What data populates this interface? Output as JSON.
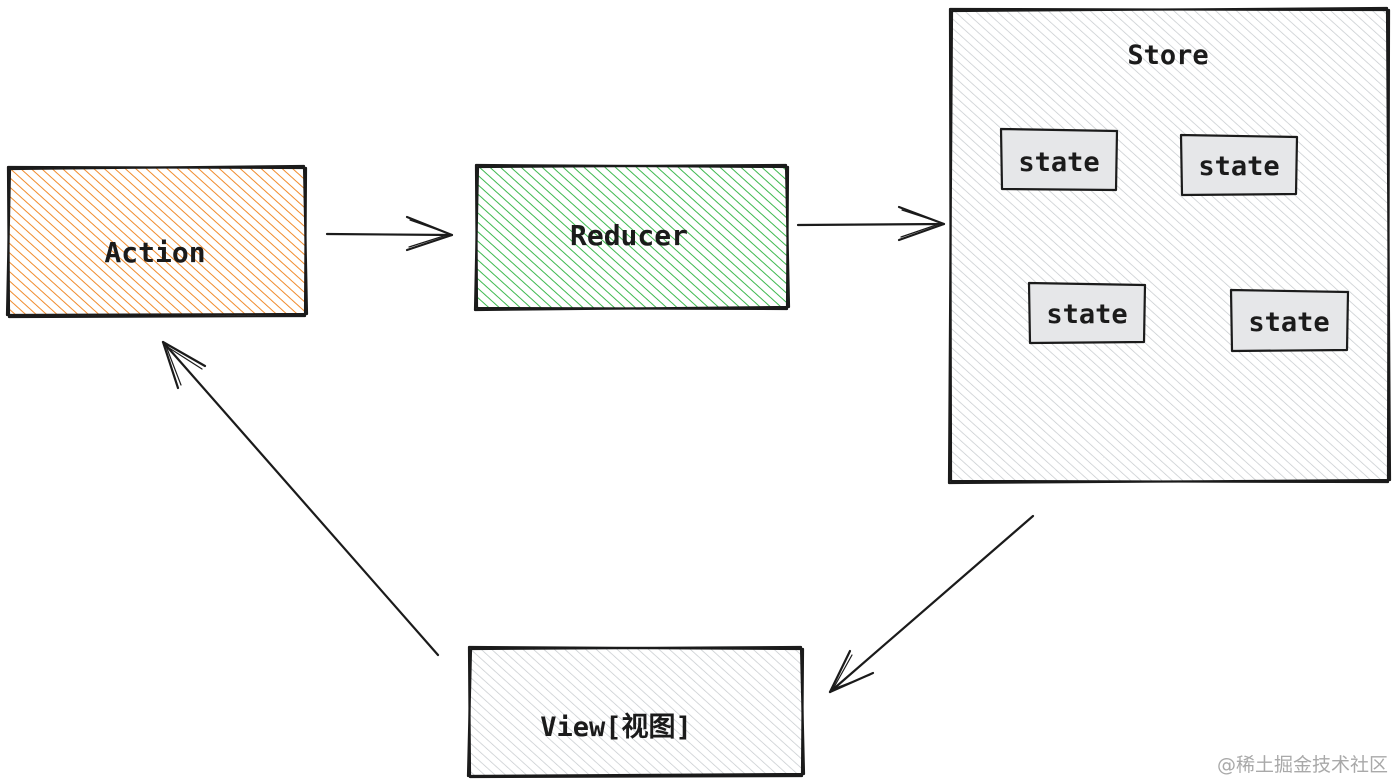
{
  "nodes": {
    "action": {
      "label": "Action",
      "fill": "#f08c2e"
    },
    "reducer": {
      "label": "Reducer",
      "fill": "#3fb950"
    },
    "store": {
      "label": "Store",
      "fill": "#c4c8cc",
      "states": [
        "state",
        "state",
        "state",
        "state"
      ]
    },
    "view": {
      "label": "View[视图]",
      "fill": "#c4c8cc"
    }
  },
  "edges": [
    {
      "from": "action",
      "to": "reducer"
    },
    {
      "from": "reducer",
      "to": "store"
    },
    {
      "from": "store",
      "to": "view"
    },
    {
      "from": "view",
      "to": "action"
    }
  ],
  "watermark": "@稀土掘金技术社区"
}
